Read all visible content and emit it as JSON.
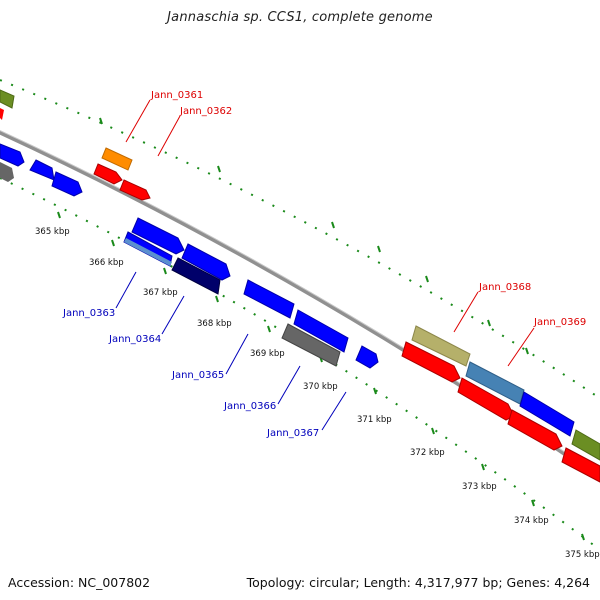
{
  "title": "Jannaschia sp. CCS1, complete genome",
  "footer": {
    "accession": "Accession: NC_007802",
    "summary": "Topology: circular; Length: 4,317,977 bp; Genes: 4,264"
  },
  "colors": {
    "backbone": "#909090",
    "ticks": "#1a8a1a",
    "label_top": "#dd0000",
    "label_bottom": "#0000bb"
  },
  "kbp_labels": [
    "365 kbp",
    "366 kbp",
    "367 kbp",
    "368 kbp",
    "369 kbp",
    "370 kbp",
    "371 kbp",
    "372 kbp",
    "373 kbp",
    "374 kbp",
    "375 kbp"
  ],
  "genes_top": [
    {
      "name": "Jann_0361",
      "color": "#ff8c00"
    },
    {
      "name": "Jann_0362",
      "color": "#ff0000"
    },
    {
      "name": "Jann_0368",
      "color": "#b5b06a"
    },
    {
      "name": "Jann_0369",
      "color": "#4682b4"
    }
  ],
  "genes_bottom": [
    {
      "name": "Jann_0363",
      "color": "#0000ff"
    },
    {
      "name": "Jann_0364",
      "color": "#00006a"
    },
    {
      "name": "Jann_0365",
      "color": "#0000ff"
    },
    {
      "name": "Jann_0366",
      "color": "#666666"
    },
    {
      "name": "Jann_0367",
      "color": "#0000ff"
    }
  ]
}
